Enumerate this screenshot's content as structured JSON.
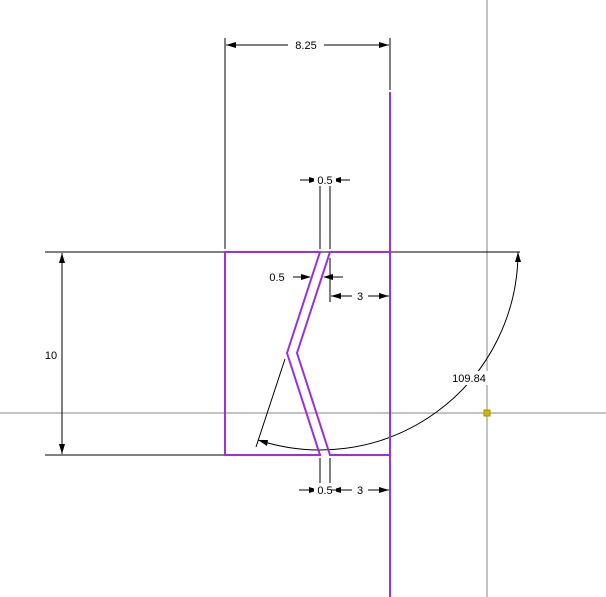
{
  "viewport": {
    "background": "#ffffff",
    "colors": {
      "sketch_geometry": "#9b30dc",
      "dimension_annotation": "#000000",
      "reference_axis": "#878787",
      "origin_point": "#d2b500"
    }
  },
  "sketch": {
    "dimensions": {
      "overall_width": "8.25",
      "overall_height": "10",
      "slot_width_top": "0.5",
      "slot_width_middle": "0.5",
      "slot_width_bottom": "0.5",
      "slot_offset_top": "3",
      "slot_offset_bottom": "3",
      "slot_angle": "109.84"
    }
  }
}
